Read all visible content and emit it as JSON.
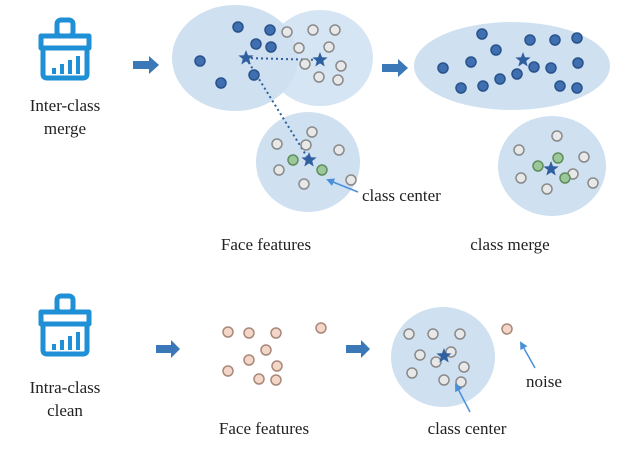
{
  "colors": {
    "cluster_fill": "#cfe0f1",
    "brush": "#1f8fd6",
    "arrow": "#3a78b8",
    "blue_dot_fill": "#3f6fb0",
    "blue_dot_stroke": "#28528a",
    "gray_dot_fill": "#e8e8e8",
    "gray_dot_stroke": "#8a8a8a",
    "green_dot_fill": "#9cc79a",
    "green_dot_stroke": "#5f8e5c",
    "orange_dot_fill": "#f3d6c8",
    "orange_dot_stroke": "#a88878",
    "star": "#2f5f9e",
    "pointer": "#4a90d9"
  },
  "icons": {
    "brush_top": "brush-icon",
    "brush_bottom": "brush-icon"
  },
  "labels": {
    "inter_line1": "Inter-class",
    "inter_line2": "merge",
    "intra_line1": "Intra-class",
    "intra_line2": "clean",
    "face_features_top": "Face features",
    "class_merge": "class merge",
    "class_center_top": "class center",
    "face_features_bottom": "Face features",
    "class_center_bottom": "class center",
    "noise": "noise"
  }
}
